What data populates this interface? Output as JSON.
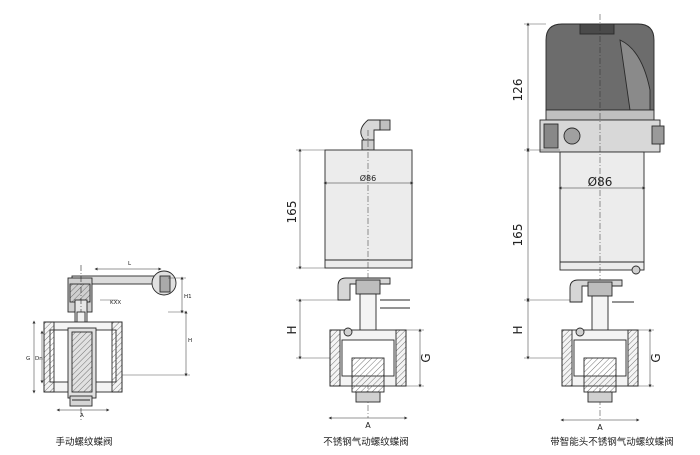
{
  "captions": {
    "manual": "手动螺纹蝶阀",
    "pneumatic": "不锈钢气动螺纹蝶阀",
    "smart": "带智能头不锈钢气动螺纹蝶阀"
  },
  "manual_dims": {
    "L": "L",
    "H1": "H1",
    "KXX": "KXX",
    "H": "H",
    "G": "G",
    "Dn": "Dn",
    "A": "A"
  },
  "pneumatic_dims": {
    "dia": "Ø86",
    "h165": "165",
    "H": "H",
    "G": "G",
    "A": "A"
  },
  "smart_dims": {
    "h126": "126",
    "dia": "Ø86",
    "h165": "165",
    "H": "H",
    "G": "G",
    "A": "A"
  },
  "colors": {
    "line": "#2a2a2a",
    "fill_light": "#e8e8e8",
    "fill_mid": "#c8c8c8",
    "fill_dark": "#6a6a6a",
    "hatch": "#555555"
  }
}
